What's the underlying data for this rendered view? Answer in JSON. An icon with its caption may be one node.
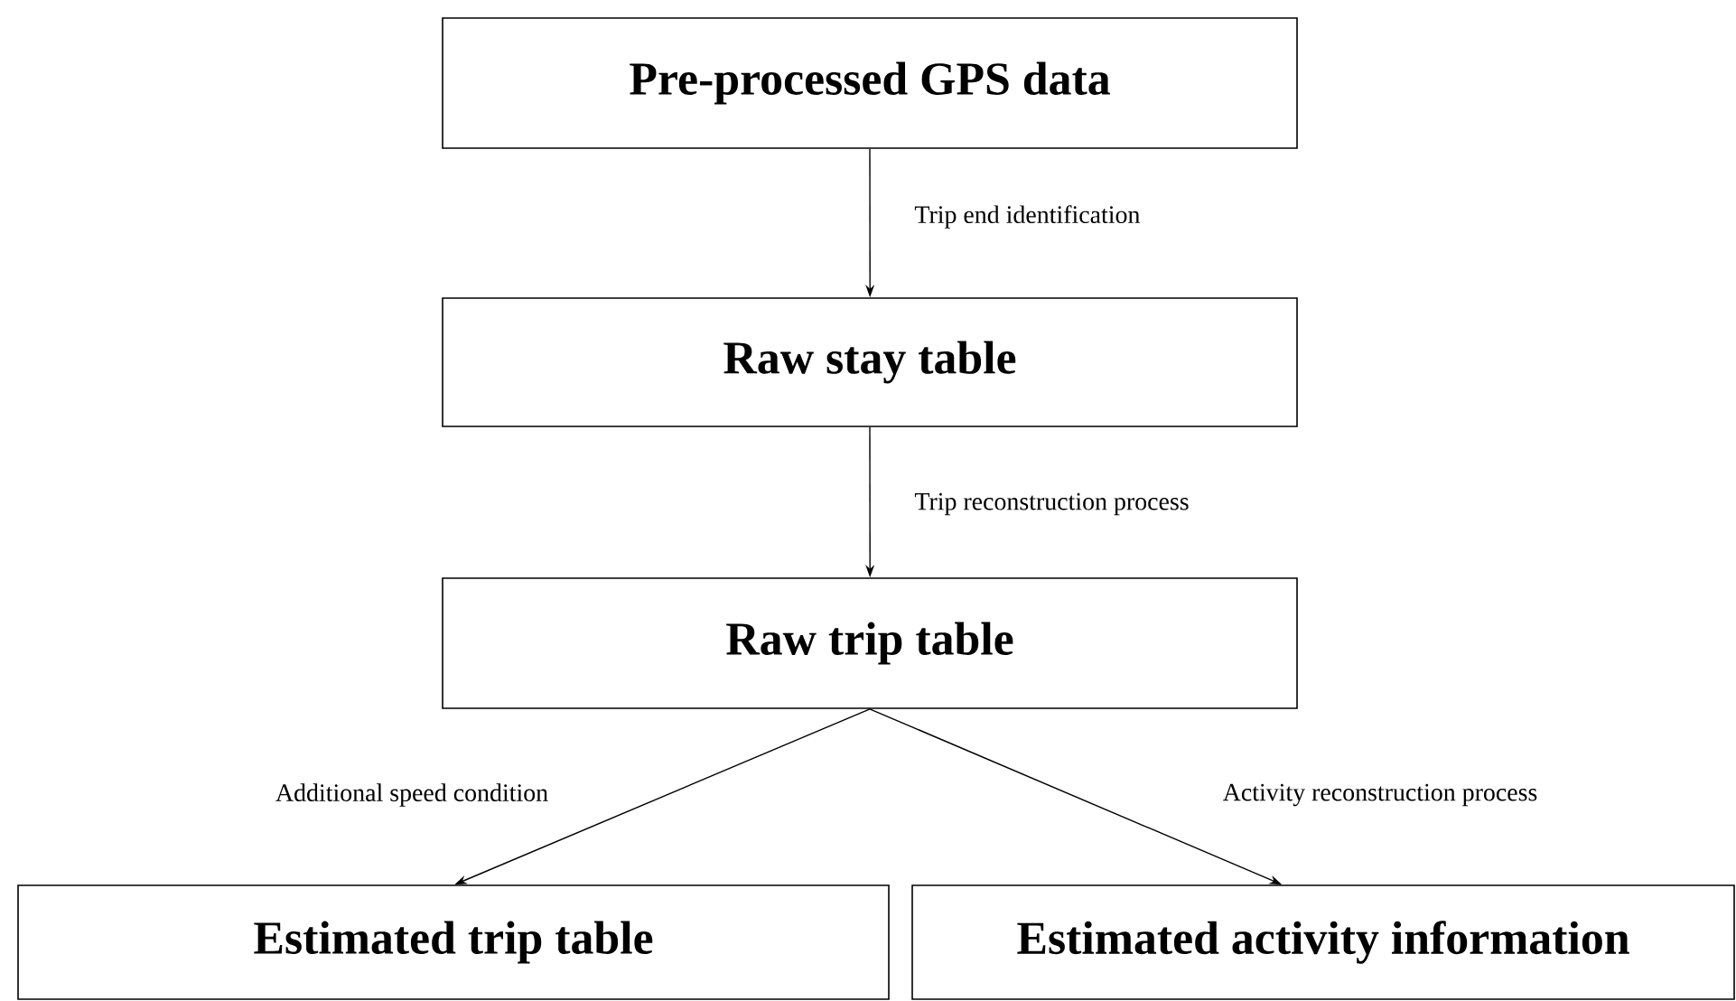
{
  "diagram": {
    "nodes": [
      {
        "text": [
          "Pre-processed GPS data"
        ]
      },
      {
        "text": [
          "Raw stay table"
        ]
      },
      {
        "text": [
          "Raw trip table"
        ]
      },
      {
        "text": [
          "Estimated trip table"
        ]
      },
      {
        "text": [
          "Estimated activity information"
        ]
      }
    ],
    "edges": [
      {
        "from": 0,
        "to": 1,
        "arrow": "to",
        "label": "Trip end identification"
      },
      {
        "from": 1,
        "to": 2,
        "arrow": "to",
        "label": "Trip reconstruction process"
      },
      {
        "from": 2,
        "to": 3,
        "arrow": "to",
        "label": "Additional speed condition"
      },
      {
        "from": 2,
        "to": 4,
        "arrow": "to",
        "label": "Activity reconstruction process"
      }
    ]
  }
}
